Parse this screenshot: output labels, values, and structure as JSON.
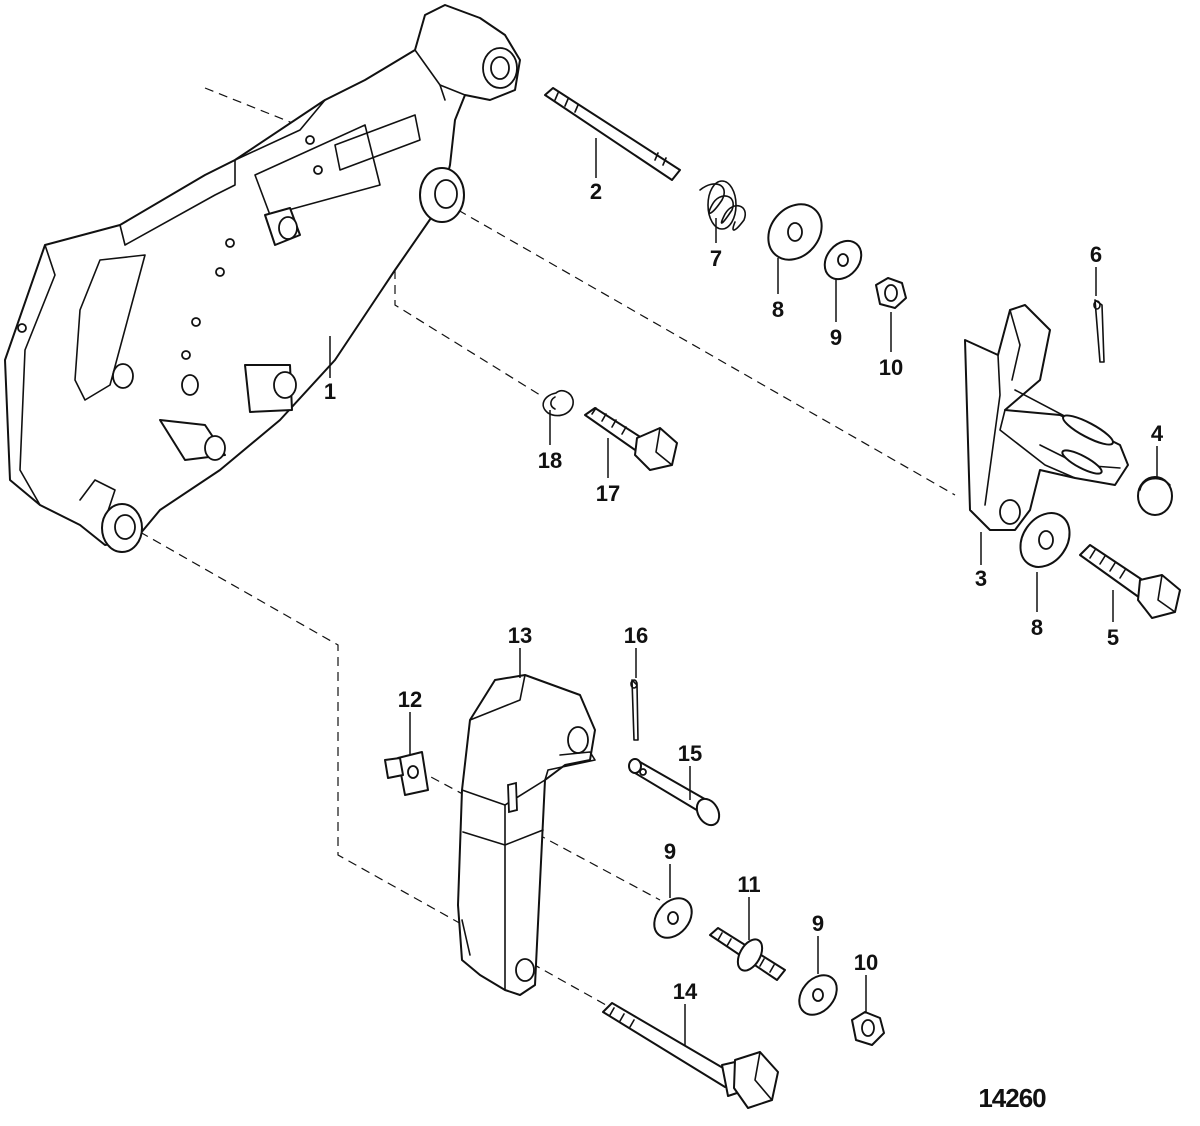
{
  "callouts": {
    "c1": "1",
    "c2": "2",
    "c3": "3",
    "c4": "4",
    "c5": "5",
    "c6": "6",
    "c7": "7",
    "c8a": "8",
    "c8b": "8",
    "c9a": "9",
    "c9b": "9",
    "c9c": "9",
    "c10a": "10",
    "c10b": "10",
    "c11": "11",
    "c12": "12",
    "c13": "13",
    "c14": "14",
    "c15": "15",
    "c16": "16",
    "c17": "17",
    "c18": "18"
  },
  "figure_number": "14260"
}
